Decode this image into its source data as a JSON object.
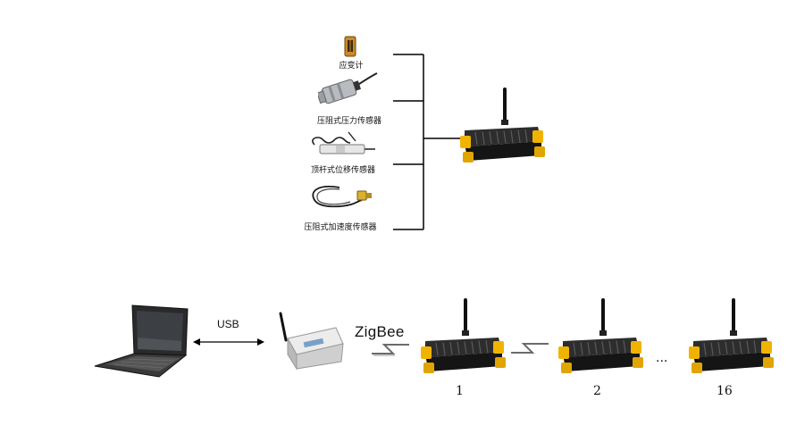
{
  "sensors": [
    {
      "label": "应变计",
      "icon": "strain-gauge-icon"
    },
    {
      "label": "压阻式压力传感器",
      "icon": "pressure-sensor-icon"
    },
    {
      "label": "顶杆式位移传感器",
      "icon": "displacement-sensor-icon"
    },
    {
      "label": "压阻式加速度传感器",
      "icon": "accelerometer-icon"
    }
  ],
  "links": {
    "usb": "USB",
    "zigbee": "ZigBee"
  },
  "nodes": [
    {
      "label": "1"
    },
    {
      "label": "2"
    },
    {
      "label": "16"
    }
  ],
  "ellipsis": "...",
  "colors": {
    "node_body": "#1e1e1e",
    "node_corner": "#f0b400",
    "line": "#000000"
  }
}
